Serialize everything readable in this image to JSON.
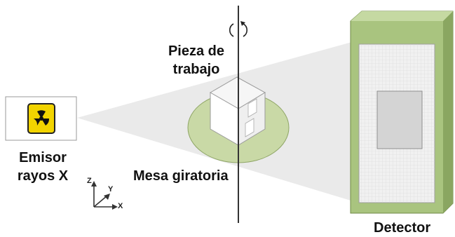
{
  "labels": {
    "emitter_line1": "Emisor",
    "emitter_line2": "rayos X",
    "workpiece_line1": "Pieza de",
    "workpiece_line2": "trabajo",
    "table": "Mesa giratoria",
    "detector": "Detector"
  },
  "axes": {
    "z": "Z",
    "y": "Y",
    "x": "X"
  },
  "icons": {
    "emitter": "radiation-hazard-icon",
    "rotation": "rotation-arrow-icon"
  },
  "colors": {
    "beam": "#e6e6e6",
    "detector_frame": "#a9c47f",
    "detector_frame_dark": "#6f8a44",
    "detector_panel": "#ececec",
    "detector_grid": "#d7d7d7",
    "detector_center": "#d4d4d4",
    "turntable": "#c8d8a4",
    "radiation_yellow": "#f2d400",
    "axis_line": "#333333"
  }
}
